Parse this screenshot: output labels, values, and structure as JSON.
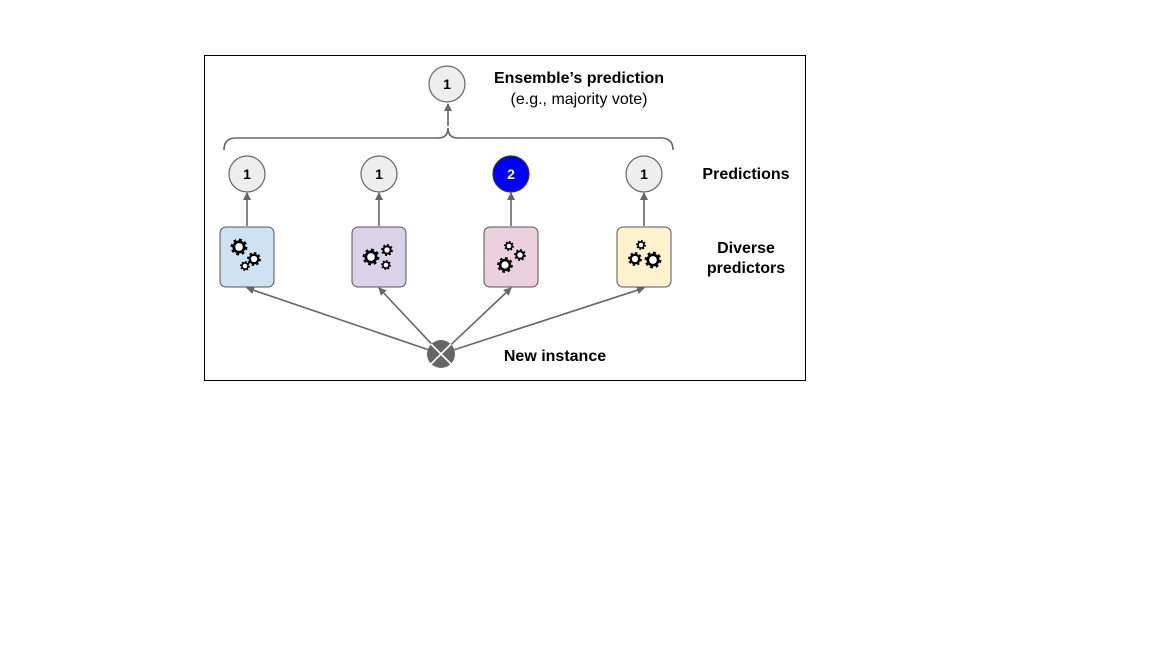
{
  "ensemble": {
    "value": "1",
    "title": "Ensemble’s prediction",
    "subtitle": "(e.g., majority vote)"
  },
  "labels": {
    "predictions": "Predictions",
    "predictors_line1": "Diverse",
    "predictors_line2": "predictors",
    "new_instance": "New instance"
  },
  "predictions": [
    {
      "value": "1",
      "highlighted": false
    },
    {
      "value": "1",
      "highlighted": false
    },
    {
      "value": "2",
      "highlighted": true
    },
    {
      "value": "1",
      "highlighted": false
    }
  ],
  "predictors": [
    {
      "color": "#cfe2f3"
    },
    {
      "color": "#d9d2e9"
    },
    {
      "color": "#ead1dc"
    },
    {
      "color": "#fff2cc"
    }
  ],
  "colors": {
    "frame": "#000000",
    "arrow": "#666666",
    "bubble_fill": "#eeeeee",
    "bubble_stroke": "#666666",
    "highlight_fill": "#0000ff",
    "highlight_text": "#ffffff",
    "instance_fill": "#666666"
  }
}
